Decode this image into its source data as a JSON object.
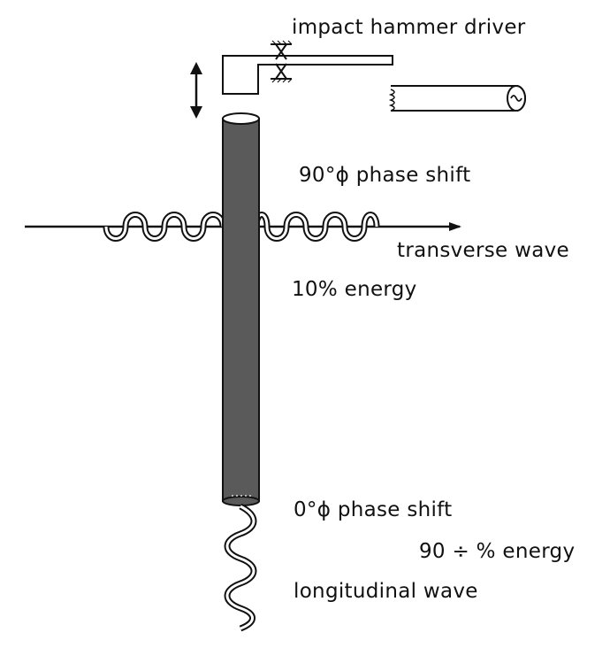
{
  "labels": {
    "hammer": "impact hammer driver",
    "phase_90": "90°ϕ phase shift",
    "transverse": "transverse wave",
    "energy_10": "10% energy",
    "phase_0": "0°ϕ phase shift",
    "energy_90": "90 ÷ % energy",
    "longitudinal": "longitudinal wave"
  },
  "colors": {
    "rod_fill": "#5a5a5a",
    "line": "#111111",
    "background": "#ffffff"
  }
}
